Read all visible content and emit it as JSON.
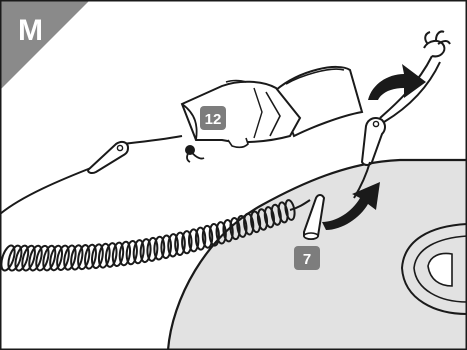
{
  "step": {
    "letter": "M",
    "tab_color": "#8a8a8a",
    "letter_color": "#ffffff"
  },
  "callouts": {
    "strap_label": "12",
    "clip_label": "7",
    "badge_color": "#7d7d7d",
    "badge_text_color": "#ffffff"
  },
  "illustration": {
    "line_color": "#1a1a1a",
    "surface_color": "#e2e2e2",
    "paper_color": "#ffffff",
    "icons": [
      "coiled-leash-icon",
      "ankle-strap-icon",
      "clip-icon",
      "curved-arrow-icon",
      "knot-icon",
      "board-tail-icon"
    ]
  }
}
